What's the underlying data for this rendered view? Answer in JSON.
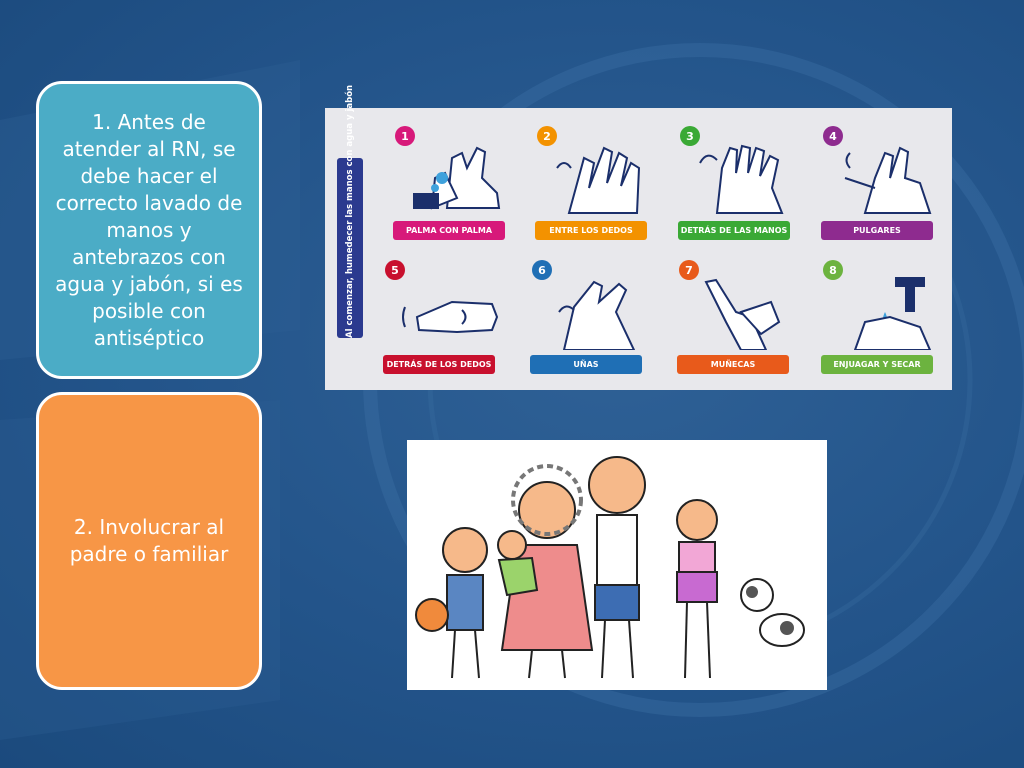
{
  "cards": {
    "step1": "1. Antes de atender al RN, se debe hacer el correcto lavado de manos y antebrazos con agua y jabón, si es posible con antiséptico",
    "step2": "2. Involucrar al padre o familiar"
  },
  "infographic": {
    "side_text": "Al comenzar, humedecer las manos con agua y jabón",
    "steps": [
      {
        "num": "1",
        "label": "PALMA CON PALMA",
        "color": "#d7197a"
      },
      {
        "num": "2",
        "label": "ENTRE LOS DEDOS",
        "color": "#f39200"
      },
      {
        "num": "3",
        "label": "DETRÁS DE LAS MANOS",
        "color": "#3aa935"
      },
      {
        "num": "4",
        "label": "PULGARES",
        "color": "#8e2b8f"
      },
      {
        "num": "5",
        "label": "DETRÁS DE LOS DEDOS",
        "color": "#c8102e"
      },
      {
        "num": "6",
        "label": "UÑAS",
        "color": "#1f6fb5"
      },
      {
        "num": "7",
        "label": "MUÑECAS",
        "color": "#e85a1b"
      },
      {
        "num": "8",
        "label": "ENJUAGAR Y SECAR",
        "color": "#6cb33f"
      }
    ]
  },
  "colors": {
    "background": "#23548a",
    "card_blue": "#4bacc6",
    "card_orange": "#f79646"
  }
}
